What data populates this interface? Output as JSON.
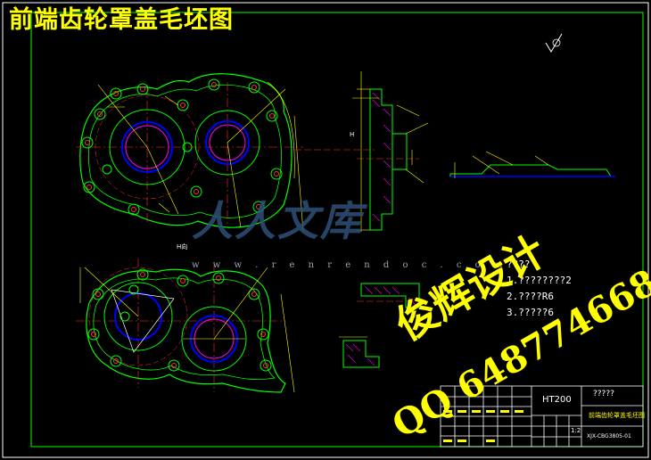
{
  "drawing": {
    "title": "前端齿轮罩盖毛坯图",
    "watermark_url": "w w w . r e n r e n d o c . c o m",
    "watermark_brand": "人人文库",
    "stamp_line1": "俊辉设计",
    "stamp_line2": "QQ 648774668",
    "view_label": "H向",
    "section_label": "H"
  },
  "notes": [
    "????",
    "1.????????2",
    "2.????R6",
    "3.?????6"
  ],
  "title_block": {
    "material": "HT200",
    "company": "?????",
    "part_name": "前端齿轮罩盖毛坯图",
    "drawing_code": "XJX-CBG3805-01",
    "scale": "1:2"
  },
  "colors": {
    "background": "#000000",
    "outline": "#00ff00",
    "dimension": "#ffff00",
    "center": "#ff3030",
    "bore": "#0000ff",
    "hatch": "#ff00ff",
    "text": "#ffffff"
  }
}
